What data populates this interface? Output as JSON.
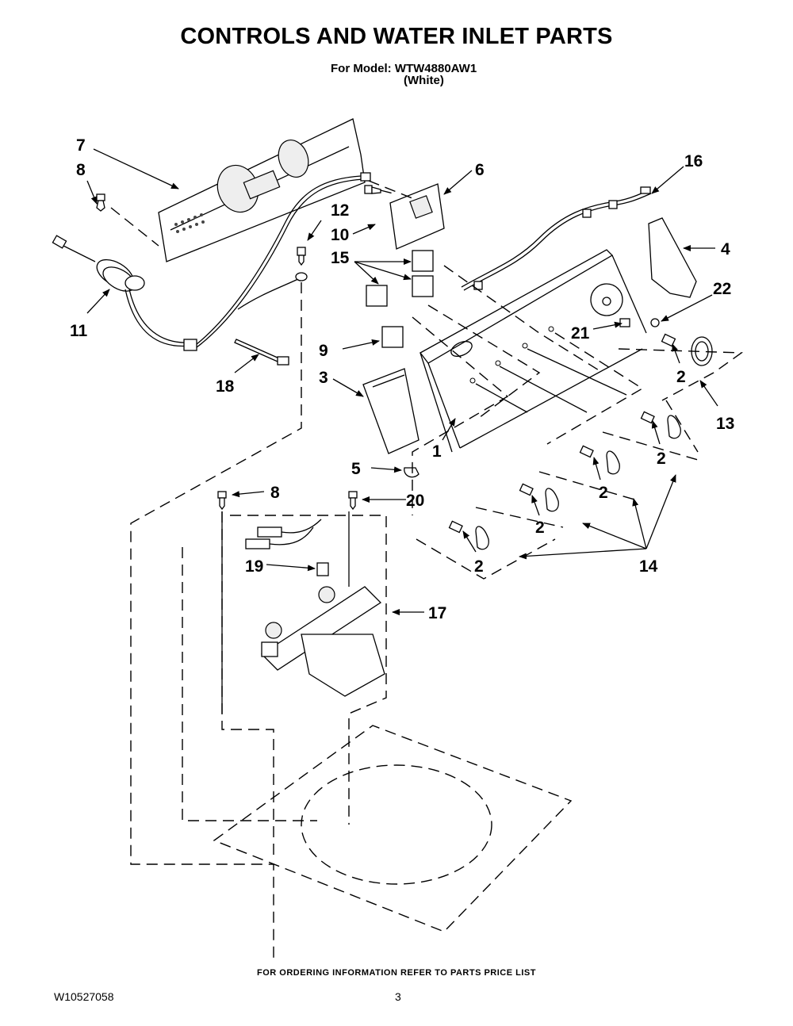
{
  "header": {
    "title": "CONTROLS AND WATER INLET PARTS",
    "model_line": "For Model: WTW4880AW1",
    "color_line": "(White)"
  },
  "callouts": [
    {
      "id": "7",
      "label": "7"
    },
    {
      "id": "8a",
      "label": "8"
    },
    {
      "id": "6",
      "label": "6"
    },
    {
      "id": "16",
      "label": "16"
    },
    {
      "id": "12",
      "label": "12"
    },
    {
      "id": "10",
      "label": "10"
    },
    {
      "id": "15",
      "label": "15"
    },
    {
      "id": "4",
      "label": "4"
    },
    {
      "id": "22",
      "label": "22"
    },
    {
      "id": "11",
      "label": "11"
    },
    {
      "id": "21",
      "label": "21"
    },
    {
      "id": "9",
      "label": "9"
    },
    {
      "id": "18",
      "label": "18"
    },
    {
      "id": "3",
      "label": "3"
    },
    {
      "id": "2a",
      "label": "2"
    },
    {
      "id": "13",
      "label": "13"
    },
    {
      "id": "1",
      "label": "1"
    },
    {
      "id": "2b",
      "label": "2"
    },
    {
      "id": "5",
      "label": "5"
    },
    {
      "id": "2c",
      "label": "2"
    },
    {
      "id": "8b",
      "label": "8"
    },
    {
      "id": "20",
      "label": "20"
    },
    {
      "id": "2d",
      "label": "2"
    },
    {
      "id": "2e",
      "label": "2"
    },
    {
      "id": "19",
      "label": "19"
    },
    {
      "id": "2f",
      "label": "2"
    },
    {
      "id": "14",
      "label": "14"
    },
    {
      "id": "17",
      "label": "17"
    }
  ],
  "footer": {
    "ordering_note": "FOR ORDERING INFORMATION REFER TO PARTS PRICE LIST",
    "document_number": "W10527058",
    "page_number": "3"
  }
}
